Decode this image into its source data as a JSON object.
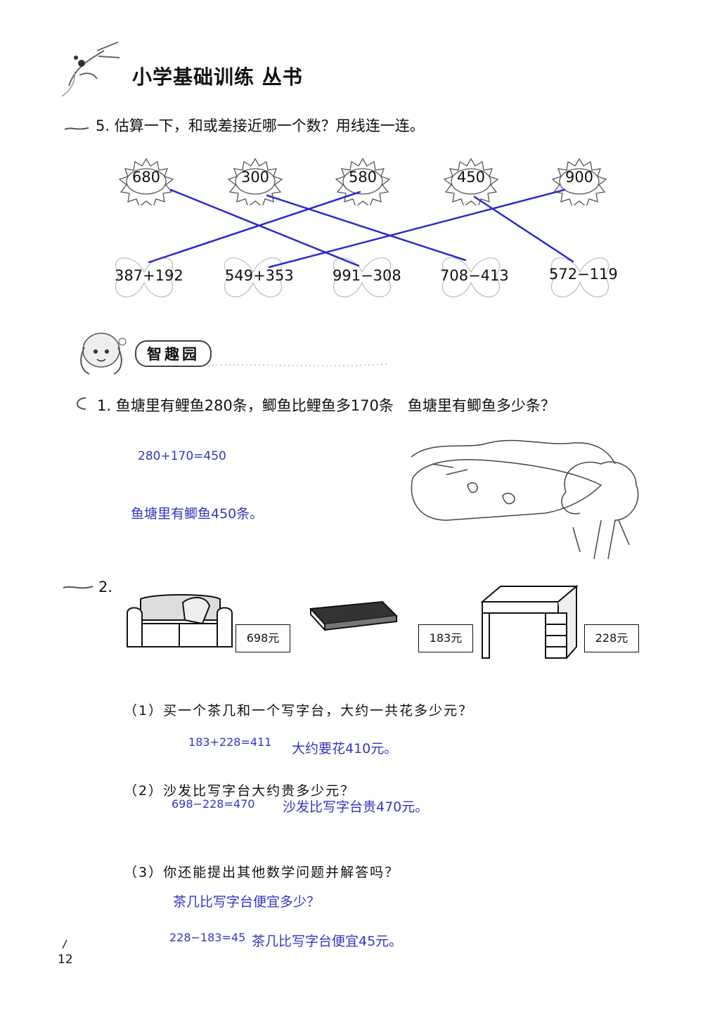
{
  "header": {
    "series_title": "小学基础训练 丛书"
  },
  "q5": {
    "prompt": "5. 估算一下，和或差接近哪一个数？用线连一连。",
    "numbers": [
      "680",
      "300",
      "580",
      "450",
      "900"
    ],
    "expressions": [
      "387+192",
      "549+353",
      "991−308",
      "708−413",
      "572−119"
    ],
    "line_color": "#2a2ad0"
  },
  "section": {
    "title": "智趣园"
  },
  "p1": {
    "prompt": "1. 鱼塘里有鲤鱼280条，鲫鱼比鲤鱼多170条   鱼塘里有鲫鱼多少条？",
    "answer_calc": "280+170=450",
    "answer_text": "鱼塘里有鲫鱼450条。"
  },
  "p2": {
    "label": "2.",
    "prices": {
      "sofa": "698元",
      "tea_table": "183元",
      "desk": "228元"
    },
    "sub1": {
      "question": "（1）买一个茶几和一个写字台，大约一共花多少元？",
      "calc": "183+228=411",
      "text": "大约要花410元。"
    },
    "sub2": {
      "question": "（2）沙发比写字台大约贵多少元？",
      "calc": "698−228=470",
      "text": "沙发比写字台贵470元。"
    },
    "sub3": {
      "question": "（3）你还能提出其他数学问题并解答吗？",
      "ask": "茶几比写字台便宜多少？",
      "calc": "228−183=45",
      "text": "茶几比写字台便宜45元。"
    }
  },
  "page_number": "12",
  "answer_color": "#3535c0"
}
